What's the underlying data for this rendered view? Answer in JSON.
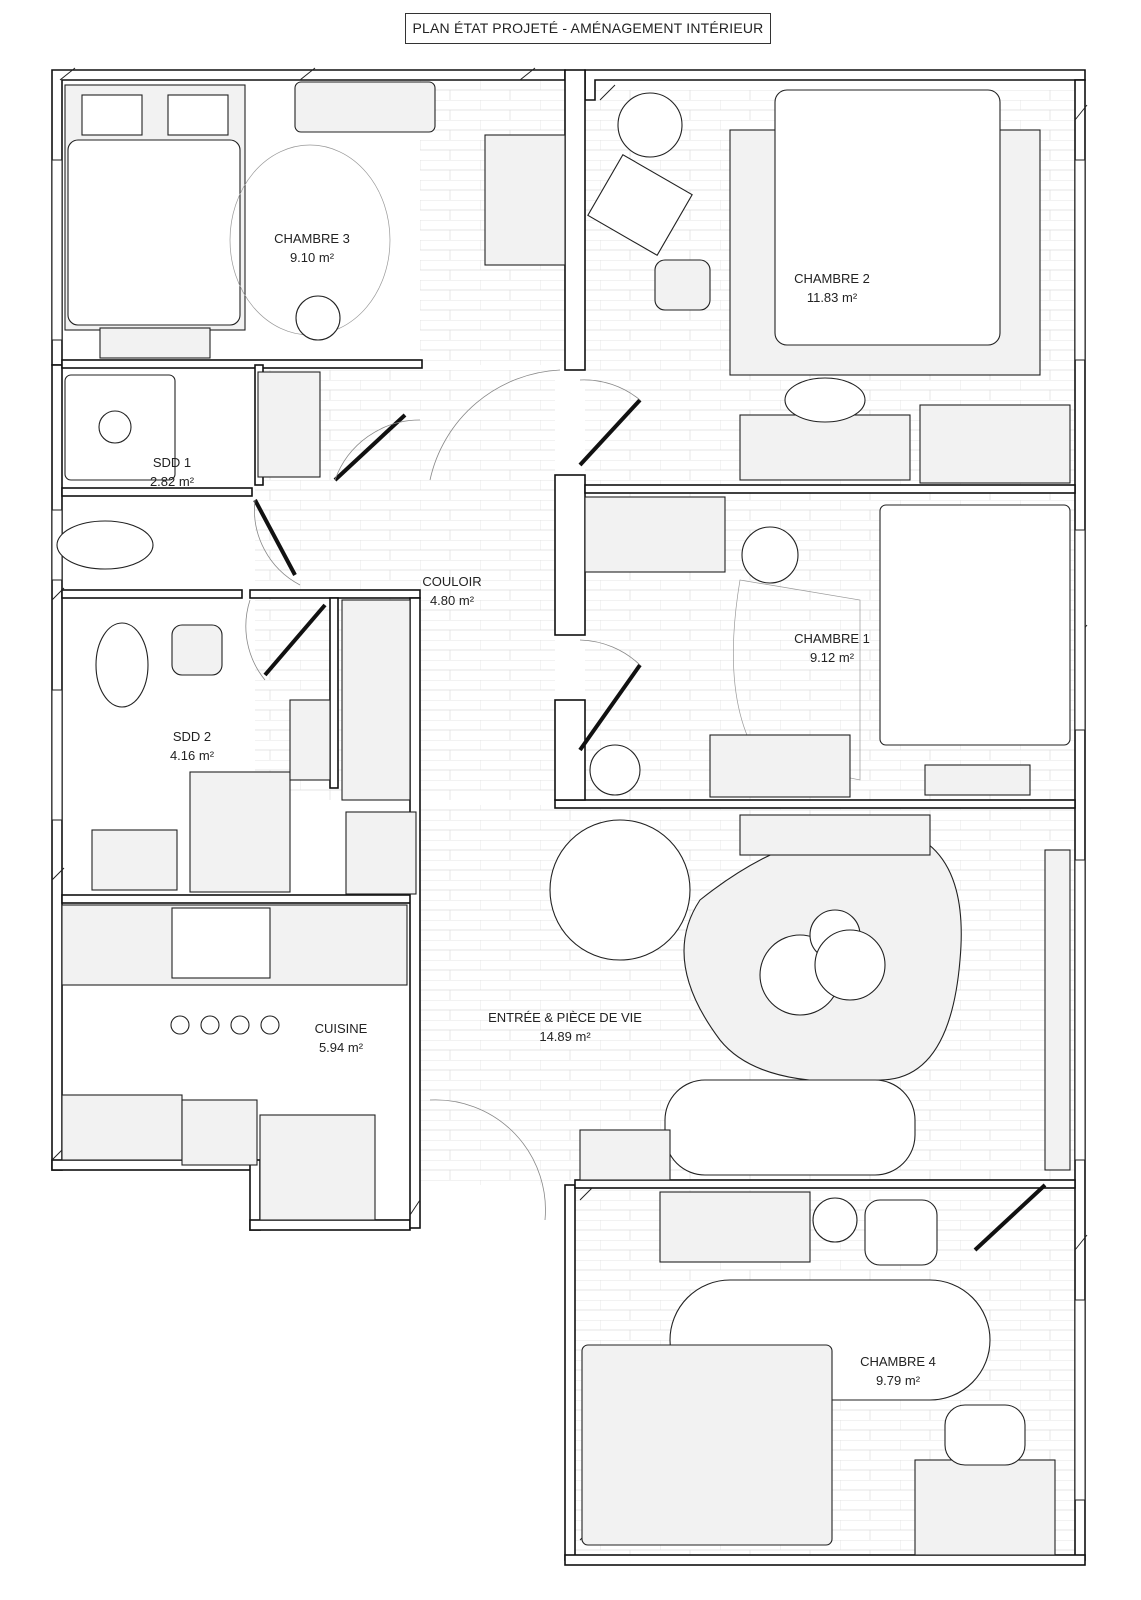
{
  "title": "PLAN ÉTAT PROJETÉ - AMÉNAGEMENT INTÉRIEUR",
  "rooms": [
    {
      "name": "CHAMBRE 3",
      "area": "9.10 m²"
    },
    {
      "name": "CHAMBRE 2",
      "area": "11.83 m²"
    },
    {
      "name": "SDD 1",
      "area": "2.82 m²"
    },
    {
      "name": "COULOIR",
      "area": "4.80 m²"
    },
    {
      "name": "CHAMBRE 1",
      "area": "9.12 m²"
    },
    {
      "name": "SDD 2",
      "area": "4.16 m²"
    },
    {
      "name": "CUISINE",
      "area": "5.94 m²"
    },
    {
      "name": "ENTRÉE & PIÈCE DE VIE",
      "area": "14.89 m²"
    },
    {
      "name": "CHAMBRE 4",
      "area": "9.79 m²"
    }
  ]
}
